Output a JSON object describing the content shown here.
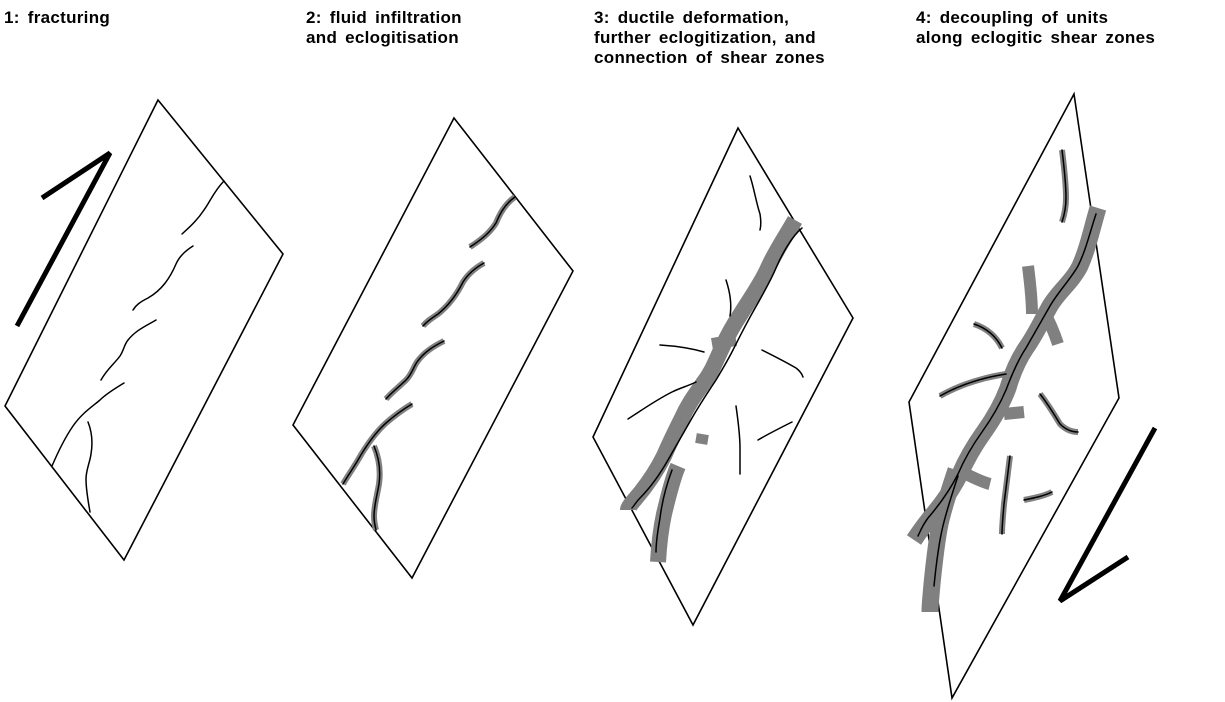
{
  "stages": [
    {
      "title_lines": [
        "1:  fracturing"
      ]
    },
    {
      "title_lines": [
        "2:  fluid  infiltration",
        "and  eclogitisation"
      ]
    },
    {
      "title_lines": [
        "3:  ductile  deformation,",
        "further  eclogitization,  and",
        "connection  of  shear  zones"
      ]
    },
    {
      "title_lines": [
        "4:  decoupling  of  units",
        "along  eclogitic  shear  zones"
      ]
    }
  ],
  "colors": {
    "line": "#000000",
    "eclogite_halo": "#808080",
    "background": "#ffffff"
  }
}
